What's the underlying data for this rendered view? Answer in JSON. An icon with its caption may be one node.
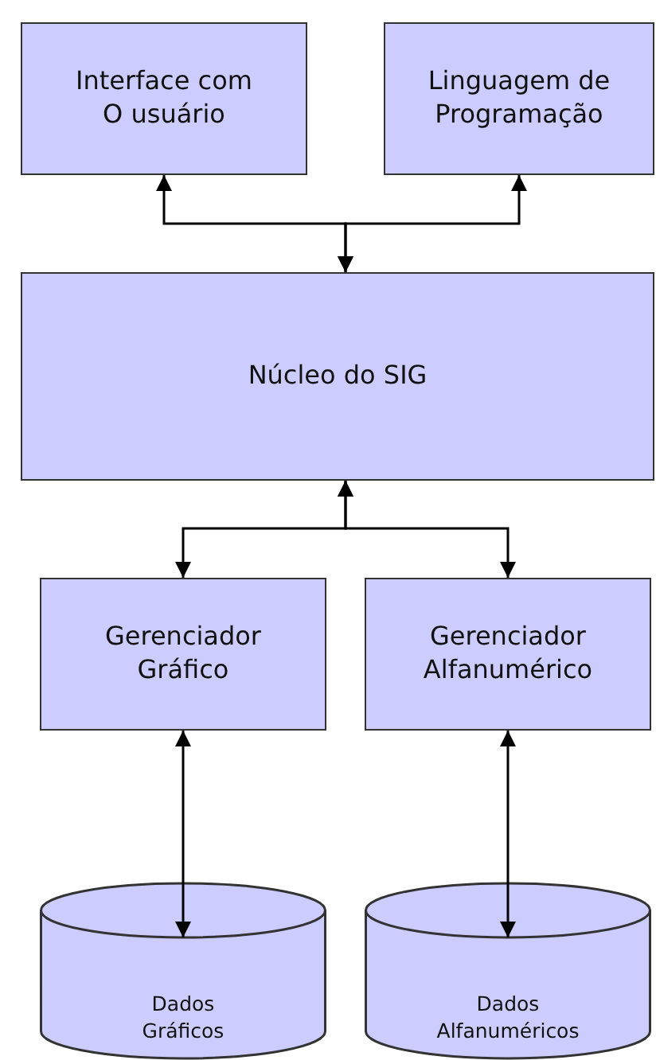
{
  "diagram": {
    "nodes": [
      {
        "text": [
          "Interface com O usuário"
        ]
      },
      {
        "text": [
          "Linguagem de Programação"
        ]
      },
      {
        "text": [
          "Núcleo do SIG"
        ]
      },
      {
        "text": [
          "Gerenciador Gráfico"
        ]
      },
      {
        "text": [
          "Gerenciador Alfanumérico"
        ]
      },
      {
        "text": [
          "Dados Gráficos"
        ]
      },
      {
        "text": [
          "Dados Alfanuméricos"
        ]
      }
    ],
    "edges": [
      {
        "from": 2,
        "to": 0,
        "arrow": "both"
      },
      {
        "from": 2,
        "to": 1,
        "arrow": "both"
      },
      {
        "from": 2,
        "to": 3,
        "arrow": "both"
      },
      {
        "from": 2,
        "to": 4,
        "arrow": "both"
      },
      {
        "from": 3,
        "to": 5,
        "arrow": "both"
      },
      {
        "from": 4,
        "to": 6,
        "arrow": "both"
      }
    ]
  }
}
